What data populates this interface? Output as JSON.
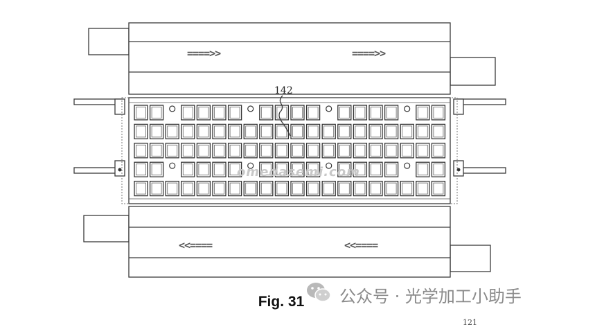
{
  "figure": {
    "reference_label": "142",
    "top_arrow_left": "====>>",
    "top_arrow_right": "====>>",
    "bottom_arrow_left": "<<====",
    "bottom_arrow_right": "<<====",
    "watermark_site": "omedasemi.com",
    "caption": "Fig. 31",
    "source_credit": "公众号 · 光学加工小助手",
    "partial_label": "121",
    "grid": {
      "rows": 5,
      "columns": 20
    },
    "icons": [
      "wechat-icon"
    ]
  }
}
